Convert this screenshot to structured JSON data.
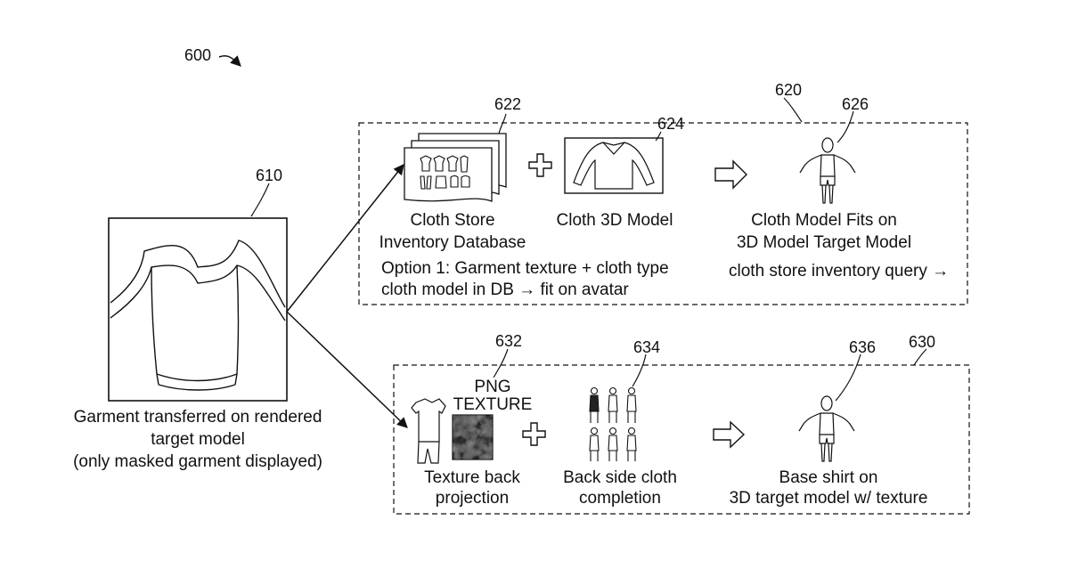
{
  "figure_ref": "600",
  "source_panel": {
    "ref": "610",
    "caption_lines": [
      "Garment transferred on rendered",
      "target model",
      "(only masked garment displayed)"
    ]
  },
  "option1_panel": {
    "ref": "620",
    "inventory": {
      "ref": "622",
      "caption_lines": [
        "Cloth Store",
        "Inventory Database"
      ]
    },
    "cloth3d": {
      "ref": "624",
      "caption": "Cloth 3D Model"
    },
    "fit": {
      "ref": "626",
      "caption_lines": [
        "Cloth Model Fits on",
        "3D Model Target Model"
      ]
    },
    "option_lines": [
      "Option 1: Garment texture + cloth type",
      "cloth model in DB → fit on avatar"
    ],
    "query_text": "cloth store inventory query →"
  },
  "option2_panel": {
    "ref": "630",
    "texture": {
      "ref": "632",
      "png_lines": [
        "PNG",
        "TEXTURE"
      ],
      "caption_lines": [
        "Texture back",
        "projection"
      ]
    },
    "completion": {
      "ref": "634",
      "caption_lines": [
        "Back side cloth",
        "completion"
      ]
    },
    "result": {
      "ref": "636",
      "caption_lines": [
        "Base shirt on",
        "3D target model w/ texture"
      ]
    }
  }
}
